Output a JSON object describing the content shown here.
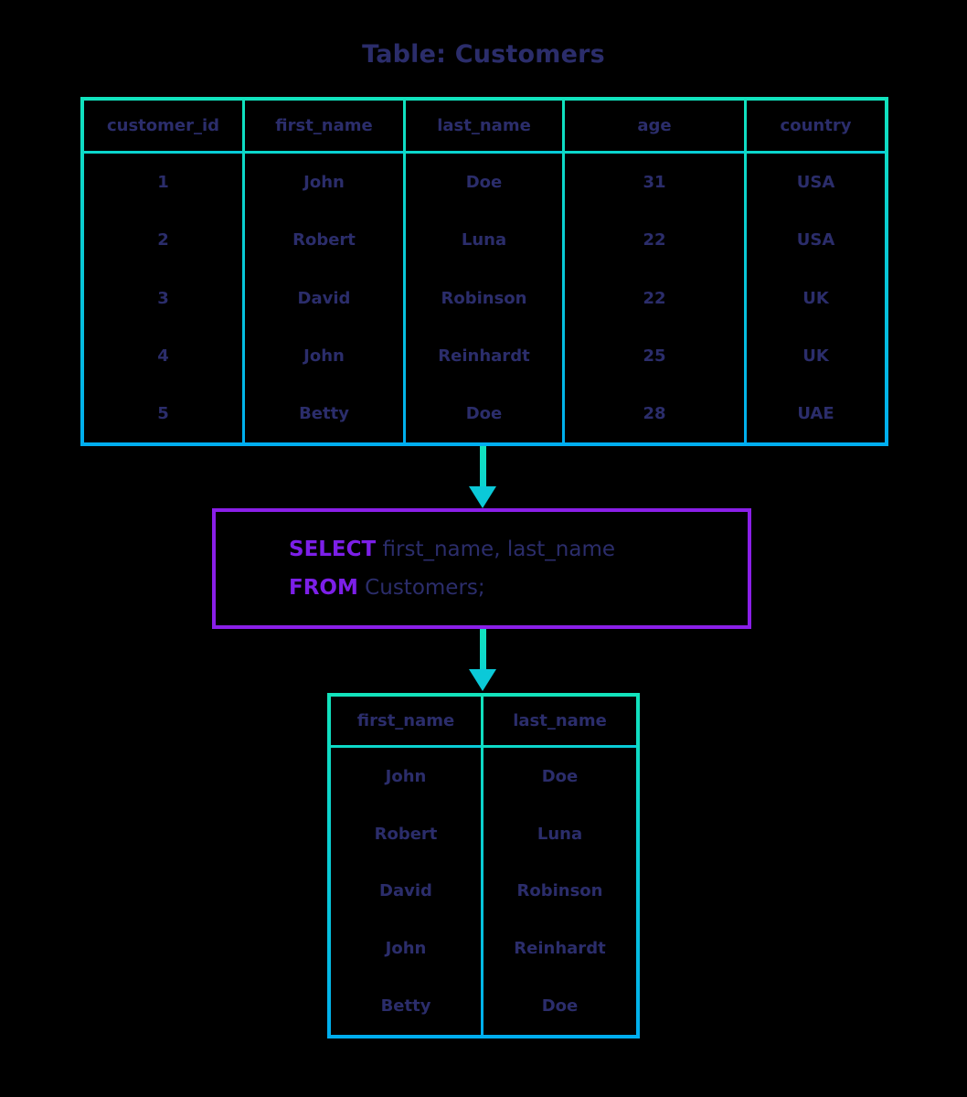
{
  "title": "Table: Customers",
  "colors": {
    "background": "#000000",
    "table_border_top": "#12E3BC",
    "table_border_bottom": "#00AEEF",
    "query_border": "#8A1FE8",
    "keyword": "#7C1FE8",
    "text": "#2B2D6B",
    "arrow": "#0BC9D8"
  },
  "customers_table": {
    "name": "Customers",
    "columns": [
      "customer_id",
      "first_name",
      "last_name",
      "age",
      "country"
    ],
    "rows": [
      [
        "1",
        "John",
        "Doe",
        "31",
        "USA"
      ],
      [
        "2",
        "Robert",
        "Luna",
        "22",
        "USA"
      ],
      [
        "3",
        "David",
        "Robinson",
        "22",
        "UK"
      ],
      [
        "4",
        "John",
        "Reinhardt",
        "25",
        "UK"
      ],
      [
        "5",
        "Betty",
        "Doe",
        "28",
        "UAE"
      ]
    ]
  },
  "query": {
    "line1_keyword": "SELECT",
    "line1_rest": " first_name, last_name",
    "line2_keyword": "FROM",
    "line2_rest": " Customers;",
    "full_text": "SELECT first_name, last_name FROM Customers;"
  },
  "result_table": {
    "columns": [
      "first_name",
      "last_name"
    ],
    "rows": [
      [
        "John",
        "Doe"
      ],
      [
        "Robert",
        "Luna"
      ],
      [
        "David",
        "Robinson"
      ],
      [
        "John",
        "Reinhardt"
      ],
      [
        "Betty",
        "Doe"
      ]
    ]
  },
  "arrows": [
    {
      "name": "arrow-table-to-query",
      "direction": "down"
    },
    {
      "name": "arrow-query-to-result",
      "direction": "down"
    }
  ]
}
